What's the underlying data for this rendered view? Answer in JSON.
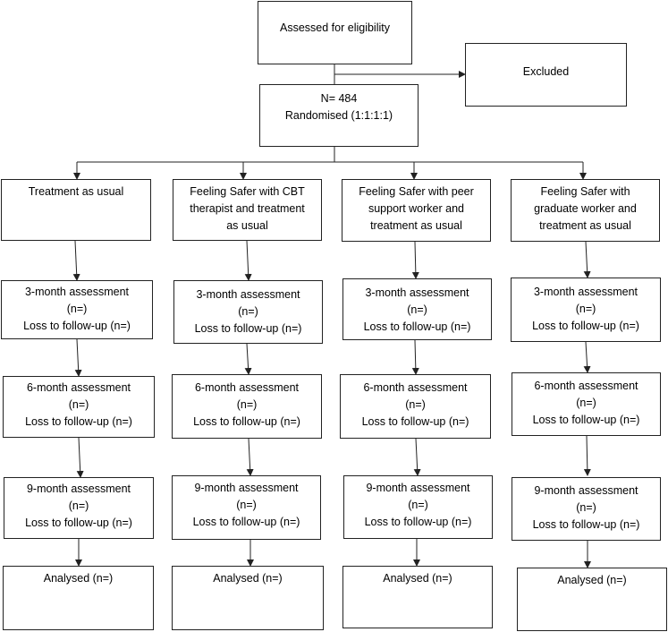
{
  "top": {
    "eligibility": [
      "Assessed for eligibility"
    ],
    "excluded": [
      "Excluded"
    ],
    "randomised": [
      "N= 484",
      "Randomised (1:1:1:1)"
    ]
  },
  "arms": [
    {
      "title": [
        "Treatment as usual"
      ],
      "m3": [
        "3-month assessment",
        "(n=)",
        "Loss to follow-up (n=)"
      ],
      "m6": [
        "6-month assessment",
        "(n=)",
        "Loss to follow-up (n=)"
      ],
      "m9": [
        "9-month assessment",
        "(n=)",
        "Loss to follow-up (n=)"
      ],
      "analysed": [
        "Analysed (n=)"
      ]
    },
    {
      "title": [
        "Feeling Safer with CBT",
        "therapist and treatment",
        "as usual"
      ],
      "m3": [
        "3-month assessment",
        "(n=)",
        "Loss to follow-up (n=)"
      ],
      "m6": [
        "6-month assessment",
        "(n=)",
        "Loss to follow-up (n=)"
      ],
      "m9": [
        "9-month assessment",
        "(n=)",
        "Loss to follow-up (n=)"
      ],
      "analysed": [
        "Analysed (n=)"
      ]
    },
    {
      "title": [
        "Feeling Safer with peer",
        "support worker and",
        "treatment as usual"
      ],
      "m3": [
        "3-month assessment",
        "(n=)",
        "Loss to follow-up (n=)"
      ],
      "m6": [
        "6-month assessment",
        "(n=)",
        "Loss to follow-up (n=)"
      ],
      "m9": [
        "9-month assessment",
        "(n=)",
        "Loss to follow-up (n=)"
      ],
      "analysed": [
        "Analysed (n=)"
      ]
    },
    {
      "title": [
        "Feeling Safer with",
        "graduate worker and",
        "treatment as usual"
      ],
      "m3": [
        "3-month assessment",
        "(n=)",
        "Loss to follow-up (n=)"
      ],
      "m6": [
        "6-month assessment",
        "(n=)",
        "Loss to follow-up (n=)"
      ],
      "m9": [
        "9-month assessment",
        "(n=)",
        "Loss to follow-up (n=)"
      ],
      "analysed": [
        "Analysed (n=)"
      ]
    }
  ]
}
